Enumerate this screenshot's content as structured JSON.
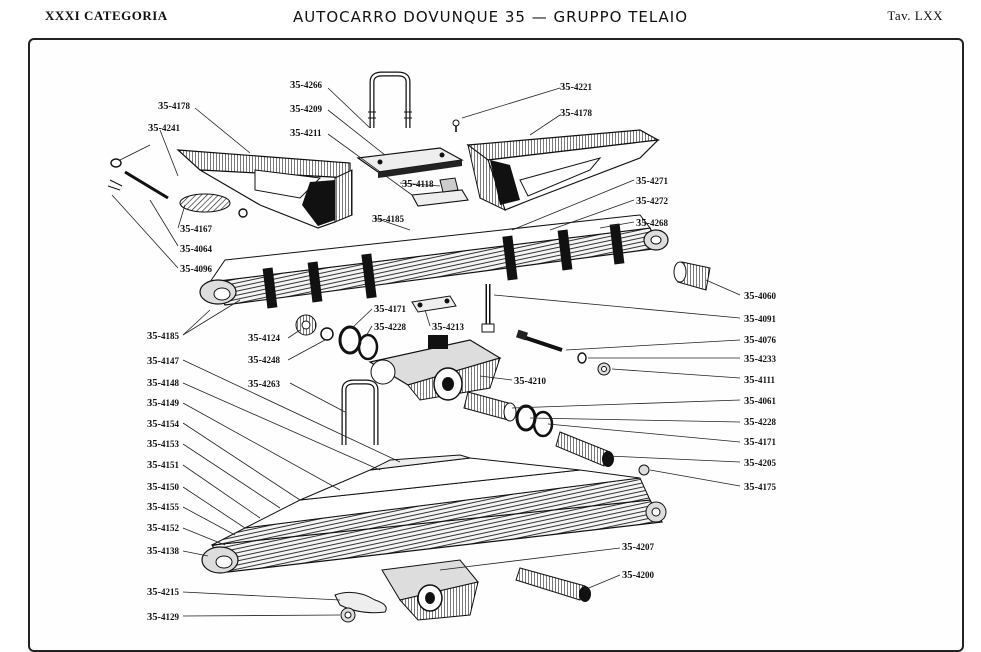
{
  "header": {
    "left": "XXXI CATEGORIA",
    "center": "AUTOCARRO DOVUNQUE 35 — GRUPPO TELAIO",
    "right": "Tav. LXX"
  },
  "labels": [
    {
      "id": "l4178a",
      "prefix": "35-",
      "code": "4178"
    },
    {
      "id": "l4241",
      "prefix": "35-",
      "code": "4241"
    },
    {
      "id": "l4167",
      "prefix": "35-",
      "code": "4167"
    },
    {
      "id": "l4064",
      "prefix": "35-",
      "code": "4064"
    },
    {
      "id": "l4096",
      "prefix": "35-",
      "code": "4096"
    },
    {
      "id": "l4266",
      "prefix": "35-",
      "code": "4266"
    },
    {
      "id": "l4209",
      "prefix": "35-",
      "code": "4209"
    },
    {
      "id": "l4211",
      "prefix": "35-",
      "code": "4211"
    },
    {
      "id": "l4118",
      "prefix": "35-",
      "code": "4118"
    },
    {
      "id": "l4185a",
      "prefix": "35-",
      "code": "4185"
    },
    {
      "id": "l4221",
      "prefix": "35-",
      "code": "4221"
    },
    {
      "id": "l4178b",
      "prefix": "35-",
      "code": "4178"
    },
    {
      "id": "l4271",
      "prefix": "35-",
      "code": "4271"
    },
    {
      "id": "l4272",
      "prefix": "35-",
      "code": "4272"
    },
    {
      "id": "l4268",
      "prefix": "35-",
      "code": "4268"
    },
    {
      "id": "l4060",
      "prefix": "35-",
      "code": "4060"
    },
    {
      "id": "l4091",
      "prefix": "35-",
      "code": "4091"
    },
    {
      "id": "l4076",
      "prefix": "35-",
      "code": "4076"
    },
    {
      "id": "l4233",
      "prefix": "35-",
      "code": "4233"
    },
    {
      "id": "l4111",
      "prefix": "35-",
      "code": "4111"
    },
    {
      "id": "l4185b",
      "prefix": "35-",
      "code": "4185"
    },
    {
      "id": "l4124",
      "prefix": "35-",
      "code": "4124"
    },
    {
      "id": "l4171a",
      "prefix": "35-",
      "code": "4171"
    },
    {
      "id": "l4228a",
      "prefix": "35-",
      "code": "4228"
    },
    {
      "id": "l4213",
      "prefix": "35-",
      "code": "4213"
    },
    {
      "id": "l4248",
      "prefix": "35-",
      "code": "4248"
    },
    {
      "id": "l4210",
      "prefix": "35-",
      "code": "4210"
    },
    {
      "id": "l4147",
      "prefix": "35-",
      "code": "4147"
    },
    {
      "id": "l4263",
      "prefix": "35-",
      "code": "4263"
    },
    {
      "id": "l4148",
      "prefix": "35-",
      "code": "4148"
    },
    {
      "id": "l4149",
      "prefix": "35-",
      "code": "4149"
    },
    {
      "id": "l4154",
      "prefix": "35-",
      "code": "4154"
    },
    {
      "id": "l4153",
      "prefix": "35-",
      "code": "4153"
    },
    {
      "id": "l4151",
      "prefix": "35-",
      "code": "4151"
    },
    {
      "id": "l4150",
      "prefix": "35-",
      "code": "4150"
    },
    {
      "id": "l4155",
      "prefix": "35-",
      "code": "4155"
    },
    {
      "id": "l4152",
      "prefix": "35-",
      "code": "4152"
    },
    {
      "id": "l4138",
      "prefix": "35-",
      "code": "4138"
    },
    {
      "id": "l4061",
      "prefix": "35-",
      "code": "4061"
    },
    {
      "id": "l4228b",
      "prefix": "35-",
      "code": "4228"
    },
    {
      "id": "l4171b",
      "prefix": "35-",
      "code": "4171"
    },
    {
      "id": "l4205",
      "prefix": "35-",
      "code": "4205"
    },
    {
      "id": "l4175",
      "prefix": "35-",
      "code": "4175"
    },
    {
      "id": "l4207",
      "prefix": "35-",
      "code": "4207"
    },
    {
      "id": "l4200",
      "prefix": "35-",
      "code": "4200"
    },
    {
      "id": "l4215",
      "prefix": "35-",
      "code": "4215"
    },
    {
      "id": "l4129",
      "prefix": "35-",
      "code": "4129"
    }
  ]
}
